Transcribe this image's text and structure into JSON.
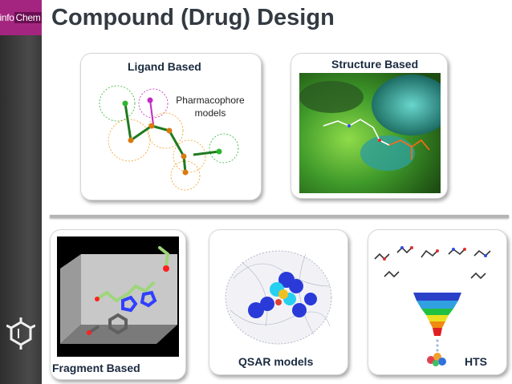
{
  "logo": {
    "prefix": "info",
    "suffix": "Chem"
  },
  "slide": {
    "title": "Compound (Drug) Design"
  },
  "cards": {
    "ligand": {
      "label": "Ligand Based",
      "annotation_line1": "Pharmacophore",
      "annotation_line2": "models"
    },
    "structure": {
      "label": "Structure Based"
    },
    "fragment": {
      "label": "Fragment Based"
    },
    "qsar": {
      "label": "QSAR models"
    },
    "hts": {
      "label": "HTS"
    }
  },
  "colors": {
    "logo_bg": "#a4257f",
    "title": "#333a42",
    "label": "#1a2a40"
  }
}
